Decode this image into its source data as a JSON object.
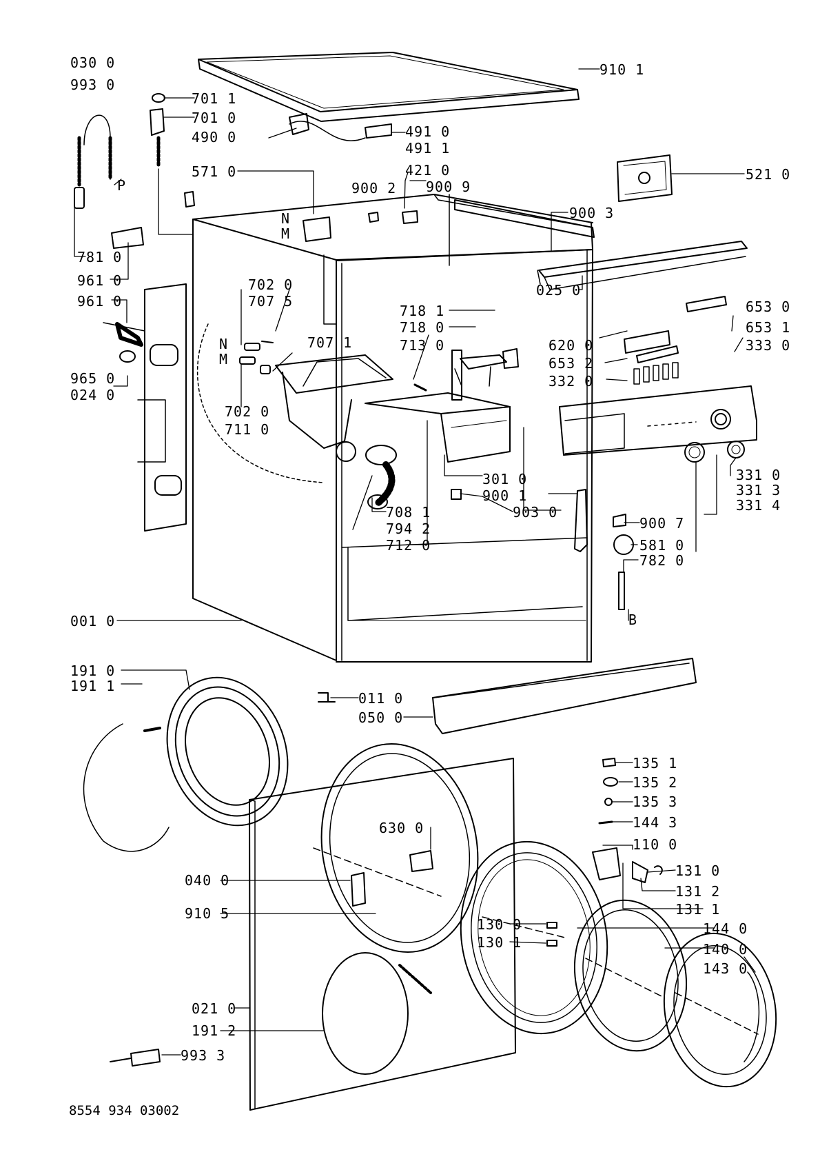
{
  "drawing_number": "8554 934 03002",
  "labels": {
    "l0300": "030 0",
    "l9930": "993 0",
    "l7011": "701 1",
    "l7010": "701 0",
    "l4900": "490 0",
    "l4910": "491 0",
    "l4911": "491 1",
    "l9101": "910 1",
    "l5710": "571 0",
    "l9002": "900 2",
    "l4210": "421 0",
    "l9009": "900 9",
    "l5210": "521 0",
    "p": "P",
    "n1": "N",
    "m1": "M",
    "l9003": "900 3",
    "l7810": "781 0",
    "l9610a": "961 0",
    "l0250": "025 0",
    "l9610b": "961 0",
    "l7020a": "702 0",
    "l7075": "707 5",
    "l7181": "718 1",
    "l6530": "653 0",
    "l7180": "718 0",
    "l6531": "653 1",
    "n2": "N",
    "l7071": "707 1",
    "l7130": "713 0",
    "l6200": "620 0",
    "l3330": "333 0",
    "m2": "M",
    "l6532": "653 2",
    "l9650": "965 0",
    "l3320": "332 0",
    "l0240": "024 0",
    "l7020b": "702 0",
    "l7110": "711 0",
    "l3010": "301 0",
    "l3310": "331 0",
    "l9001": "900 1",
    "l3313": "331 3",
    "l7081": "708 1",
    "l9030": "903 0",
    "l3314": "331 4",
    "l7942": "794 2",
    "l7120": "712 0",
    "l9007": "900 7",
    "l5810": "581 0",
    "l7820": "782 0",
    "b": "B",
    "l0010": "001 0",
    "l1910": "191 0",
    "l1911": "191 1",
    "l0110": "011 0",
    "l0500": "050 0",
    "l1351": "135 1",
    "l1352": "135 2",
    "l1353": "135 3",
    "l1443": "144 3",
    "l6300": "630 0",
    "l1100": "110 0",
    "l0400": "040 0",
    "l1310": "131 0",
    "l1312": "131 2",
    "l9105": "910 5",
    "l1311": "131 1",
    "l1300": "130 0",
    "l1440": "144 0",
    "l1301": "130 1",
    "l1400": "140 0",
    "l1430": "143 0",
    "l0210": "021 0",
    "l1912": "191 2",
    "l9933": "993 3"
  }
}
